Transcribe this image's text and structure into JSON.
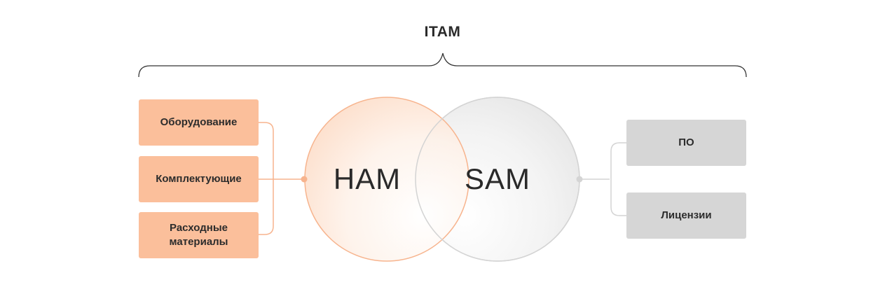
{
  "title": "ITAM",
  "ham": {
    "label": "HAM",
    "items": [
      {
        "label": "Оборудование"
      },
      {
        "label": "Комплектующие"
      },
      {
        "label": "Расходные материалы"
      }
    ]
  },
  "sam": {
    "label": "SAM",
    "items": [
      {
        "label": "ПО"
      },
      {
        "label": "Лицензии"
      }
    ]
  },
  "colors": {
    "ham_fill": "#fbbf9b",
    "ham_stroke": "#f7b48e",
    "sam_fill": "#d6d6d6",
    "sam_stroke": "#d4d4d4",
    "bracket": "#333333"
  }
}
